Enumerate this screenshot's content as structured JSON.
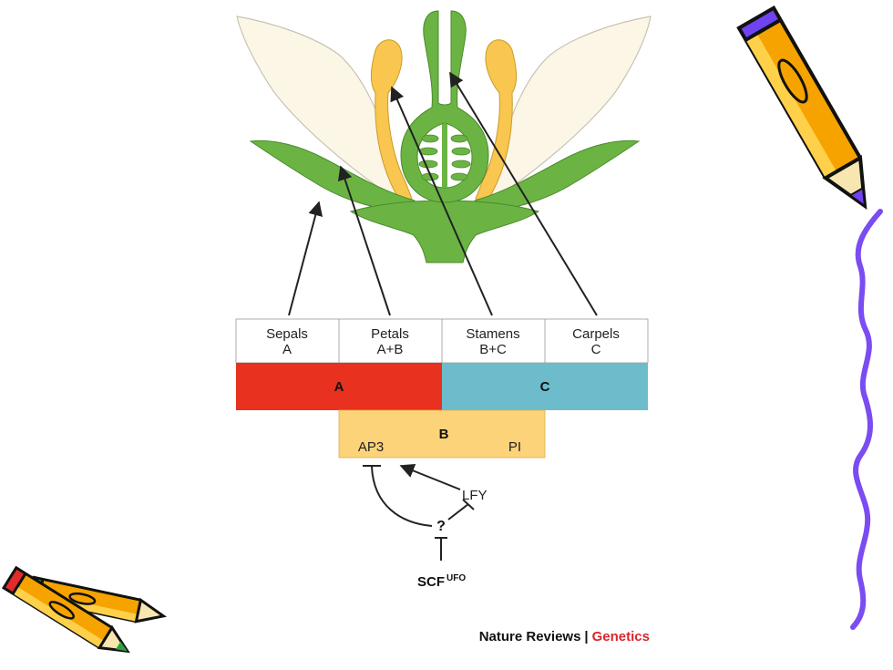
{
  "organs": [
    {
      "name": "Sepals",
      "genes": "A"
    },
    {
      "name": "Petals",
      "genes": "A+B"
    },
    {
      "name": "Stamens",
      "genes": "B+C"
    },
    {
      "name": "Carpels",
      "genes": "C"
    }
  ],
  "classes": {
    "a": {
      "label": "A",
      "color": "#e8311e"
    },
    "b": {
      "label": "B",
      "color": "#fdd37a"
    },
    "c": {
      "label": "C",
      "color": "#6cbccc"
    }
  },
  "b_genes": {
    "left": "AP3",
    "right": "PI"
  },
  "regulators": {
    "lfy": "LFY",
    "unknown": "?",
    "scf": "SCF",
    "scf_superscript": "UFO"
  },
  "credit": {
    "journal": "Nature Reviews",
    "separator": "|",
    "section": "Genetics",
    "section_color": "#d8262c"
  },
  "colors": {
    "green": "#6bb443",
    "yellow": "#f9c74f",
    "petal": "#fbf6e6",
    "wavy_line": "#7a4cf2"
  },
  "decorations": [
    "pencil-icon",
    "crossed-pencils-icon"
  ]
}
